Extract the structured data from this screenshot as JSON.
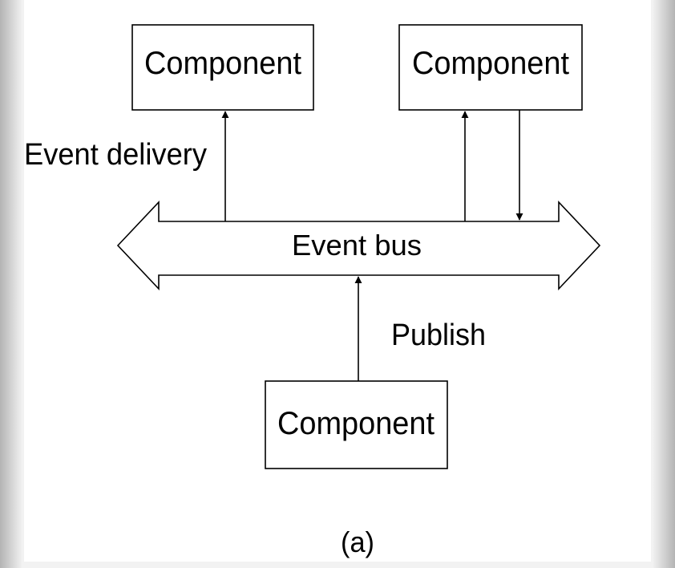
{
  "diagram": {
    "components": {
      "top_left": "Component",
      "top_right": "Component",
      "bottom": "Component"
    },
    "bus_label": "Event bus",
    "event_delivery_label": "Event delivery",
    "publish_label": "Publish",
    "caption": "(a)",
    "colors": {
      "panel": "#ffffff",
      "ink": "#000000",
      "side_shade": "#b4b4b4"
    }
  }
}
